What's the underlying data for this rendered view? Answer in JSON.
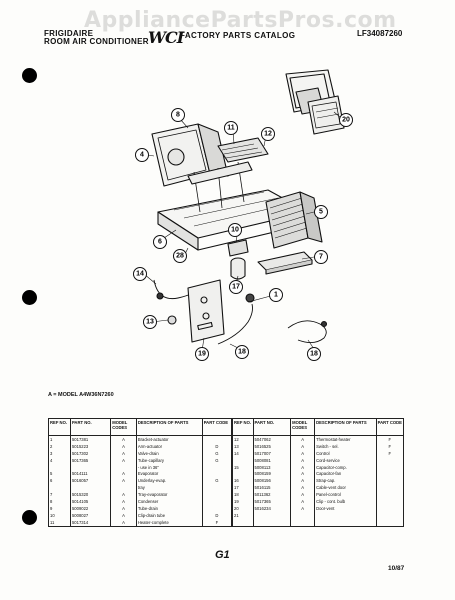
{
  "watermark": "AppliancePartsPros.com",
  "header": {
    "brand_line1": "FRIGIDAIRE",
    "brand_line2": "ROOM AIR CONDITIONER",
    "logo": "WCI",
    "catalog_title": "FACTORY PARTS CATALOG",
    "model_number": "LF34087260"
  },
  "diagram": {
    "callouts": [
      "8",
      "4",
      "11",
      "12",
      "20",
      "5",
      "6",
      "10",
      "7",
      "28",
      "14",
      "17",
      "1",
      "13",
      "19",
      "18",
      "18"
    ]
  },
  "note": "A = MODEL A4W36N7260",
  "table_left": {
    "headers": [
      "REF NO.",
      "PART NO.",
      "MODEL CODES",
      "DESCRIPTION OF PARTS",
      "PART CODE"
    ],
    "rows": [
      [
        "1",
        "5017381",
        "A",
        "Bracket-actuator",
        ""
      ],
      [
        "2",
        "5015223",
        "A",
        "Arm-actuator",
        "D"
      ],
      [
        "3",
        "5017302",
        "A",
        "Valve-drain",
        "G"
      ],
      [
        "4",
        "5017365",
        "A",
        "Tube-capillary",
        "G"
      ],
      [
        "",
        "",
        "",
        "- use in 36\"",
        ""
      ],
      [
        "5",
        "5014111",
        "A",
        "Evaporator",
        ""
      ],
      [
        "6",
        "5016057",
        "A",
        "Underlay-evap.",
        "G"
      ],
      [
        "",
        "",
        "",
        "tray",
        ""
      ],
      [
        "7",
        "5015320",
        "A",
        "Tray-evaporator",
        ""
      ],
      [
        "8",
        "5014105",
        "A",
        "Condenser",
        ""
      ],
      [
        "9",
        "5009022",
        "A",
        "Tube-drain",
        ""
      ],
      [
        "10",
        "5008027",
        "A",
        "Clip-drain tube",
        "D"
      ],
      [
        "11",
        "5017314",
        "A",
        "Heater-complete",
        "F"
      ]
    ]
  },
  "table_right": {
    "headers": [
      "REF NO.",
      "PART NO.",
      "MODEL CODES",
      "DESCRIPTION OF PARTS",
      "PART CODE"
    ],
    "rows": [
      [
        "12",
        "5047062",
        "A",
        "Thermostat-heater",
        "F"
      ],
      [
        "13",
        "5016525",
        "A",
        "Switch - sel.",
        "F"
      ],
      [
        "14",
        "5017007",
        "A",
        "Control",
        "F"
      ],
      [
        "",
        "5008081",
        "A",
        "Cord-service",
        ""
      ],
      [
        "15",
        "5008113",
        "A",
        "Capacitor-comp.",
        ""
      ],
      [
        "",
        "5008159",
        "A",
        "Capacitor-fan",
        ""
      ],
      [
        "16",
        "5008156",
        "A",
        "Strap-cap.",
        ""
      ],
      [
        "17",
        "5016115",
        "A",
        "Cable-vent door",
        ""
      ],
      [
        "18",
        "5011362",
        "A",
        "Panel-control",
        ""
      ],
      [
        "19",
        "5017365",
        "A",
        "Clip - cont. bulb",
        ""
      ],
      [
        "20",
        "5016234",
        "A",
        "Door-vent",
        ""
      ],
      [
        "21",
        "",
        "",
        "",
        ""
      ],
      [
        "",
        "",
        "",
        "",
        ""
      ]
    ]
  },
  "footer": {
    "page_code": "G1",
    "date": "10/87"
  }
}
